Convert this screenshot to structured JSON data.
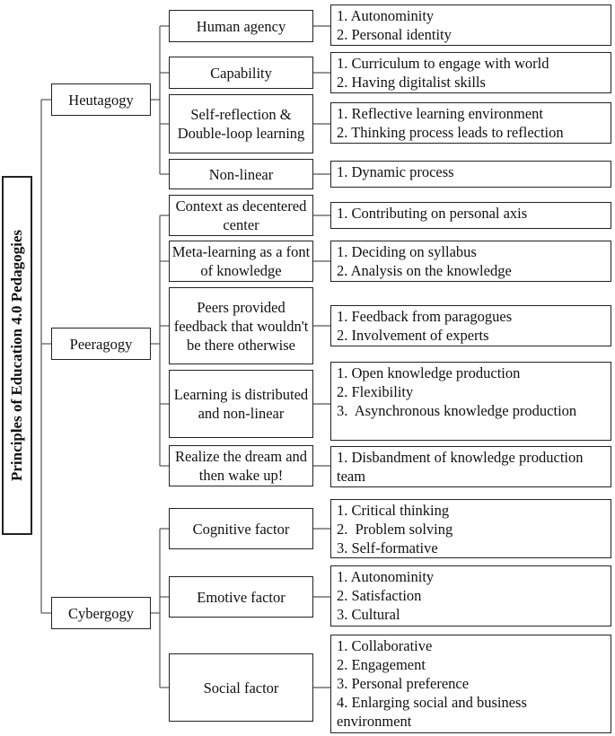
{
  "root": {
    "title": "Principles of Education 4.0 Pedagogies"
  },
  "heutagogy": {
    "label": "Heutagogy",
    "human_agency": {
      "label": "Human agency",
      "items": [
        "1. Autonominity",
        "2. Personal identity"
      ]
    },
    "capability": {
      "label": "Capability",
      "items": [
        "1. Curriculum to engage with world",
        "2. Having digitalist skills"
      ]
    },
    "self_reflection": {
      "label": "Self-reflection & Double-loop learning",
      "items": [
        "1. Reflective learning environment",
        "2. Thinking process leads to reflection"
      ]
    },
    "non_linear": {
      "label": "Non-linear",
      "items": [
        "1. Dynamic process"
      ]
    }
  },
  "peeragogy": {
    "label": "Peeragogy",
    "context": {
      "label": "Context as decentered center",
      "items": [
        "1. Contributing on personal axis"
      ]
    },
    "meta_learning": {
      "label": "Meta-learning as a font of knowledge",
      "items": [
        "1. Deciding on syllabus",
        "2. Analysis on the knowledge"
      ]
    },
    "peers_feedback": {
      "label": "Peers provided feedback that wouldn't be there otherwise",
      "items": [
        "1. Feedback from paragogues",
        "2. Involvement of experts"
      ]
    },
    "distributed": {
      "label": "Learning is distributed and non-linear",
      "items": [
        "1. Open knowledge production",
        "2. Flexibility",
        "3.  Asynchronous knowledge production"
      ]
    },
    "dream": {
      "label": "Realize the dream and then wake up!",
      "items": [
        "1. Disbandment of knowledge production team"
      ]
    }
  },
  "cybergogy": {
    "label": "Cybergogy",
    "cognitive": {
      "label": "Cognitive factor",
      "items": [
        "1. Critical thinking",
        "2.  Problem solving",
        "3. Self-formative"
      ]
    },
    "emotive": {
      "label": "Emotive factor",
      "items": [
        "1. Autonominity",
        "2. Satisfaction",
        "3. Cultural"
      ]
    },
    "social": {
      "label": "Social factor",
      "items": [
        "1. Collaborative",
        "2. Engagement",
        "3. Personal preference",
        "4. Enlarging social and business environment"
      ]
    }
  }
}
